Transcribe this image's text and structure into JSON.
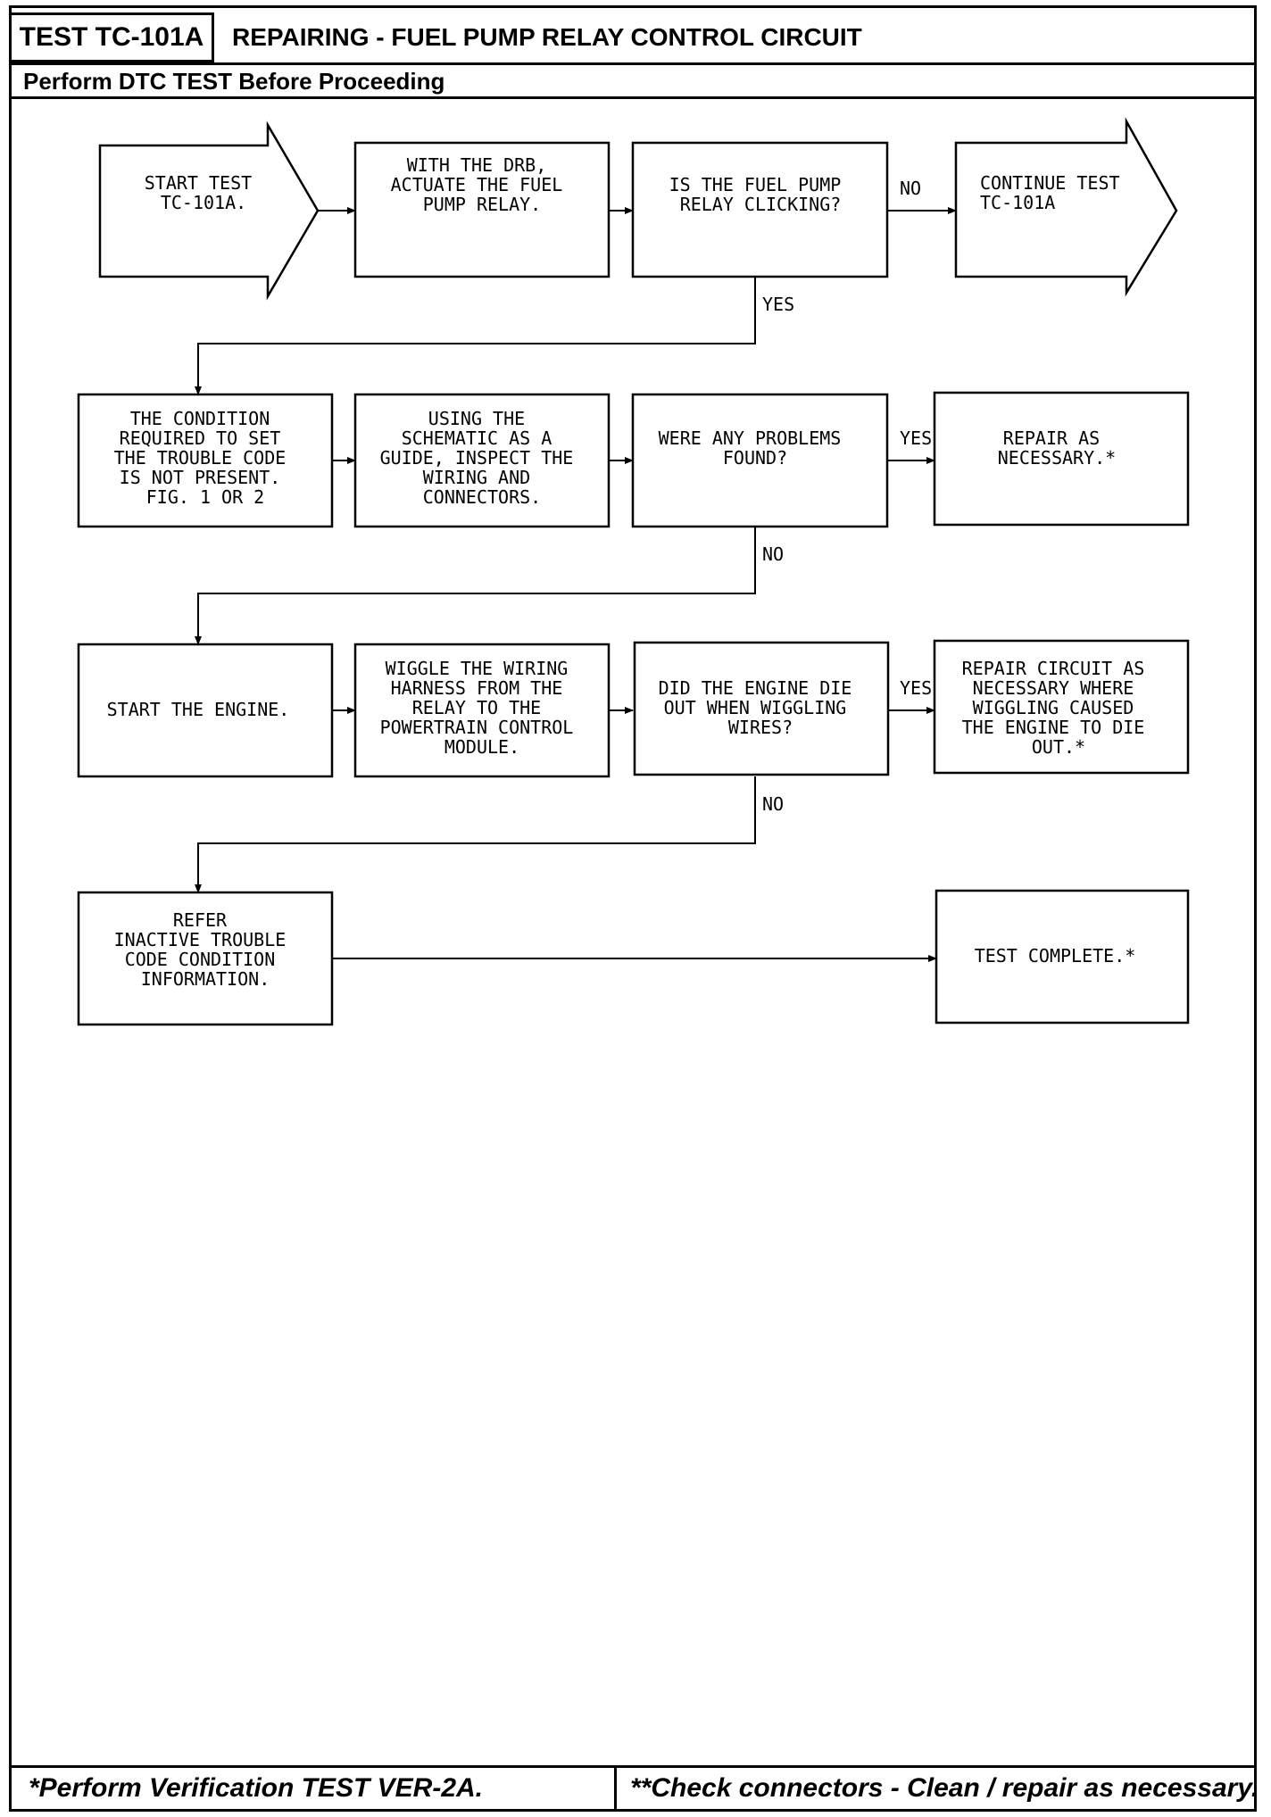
{
  "header": {
    "test_id": "TEST TC-101A",
    "title": "REPAIRING - FUEL PUMP RELAY CONTROL CIRCUIT",
    "subtitle": "Perform DTC TEST Before Proceeding"
  },
  "footer": {
    "left": "*Perform Verification TEST VER-2A.",
    "right": "**Check connectors - Clean / repair as necessary."
  },
  "flow": {
    "start": [
      "START TEST",
      "TC-101A."
    ],
    "actuate": [
      "WITH THE DRB,",
      "ACTUATE THE FUEL",
      "PUMP RELAY."
    ],
    "clicking": [
      "IS THE FUEL PUMP",
      "RELAY CLICKING?"
    ],
    "continue": [
      "CONTINUE TEST",
      "TC-101A"
    ],
    "condition": [
      "THE CONDITION",
      "REQUIRED TO SET",
      "THE TROUBLE CODE",
      "IS NOT PRESENT.",
      "FIG. 1 OR 2"
    ],
    "inspect": [
      "USING THE",
      "SCHEMATIC AS A",
      "GUIDE, INSPECT THE",
      "WIRING AND",
      "CONNECTORS."
    ],
    "problems": [
      "WERE ANY PROBLEMS",
      "FOUND?"
    ],
    "repair": [
      "REPAIR AS",
      "NECESSARY.*"
    ],
    "start_engine": [
      "START THE ENGINE."
    ],
    "wiggle": [
      "WIGGLE THE WIRING",
      "HARNESS FROM THE",
      "RELAY TO THE",
      "POWERTRAIN CONTROL",
      "MODULE."
    ],
    "die_out": [
      "DID THE ENGINE DIE",
      "OUT WHEN WIGGLING",
      "WIRES?"
    ],
    "repair_circuit": [
      "REPAIR CIRCUIT AS",
      "NECESSARY WHERE",
      "WIGGLING CAUSED",
      "THE ENGINE TO DIE",
      "OUT.*"
    ],
    "refer": [
      "REFER",
      "INACTIVE TROUBLE",
      "CODE CONDITION",
      "INFORMATION."
    ],
    "complete": [
      "TEST COMPLETE.*"
    ]
  },
  "labels": {
    "clicking_no": "NO",
    "clicking_yes": "YES",
    "problems_yes": "YES",
    "problems_no": "NO",
    "die_yes": "YES",
    "die_no": "NO"
  }
}
